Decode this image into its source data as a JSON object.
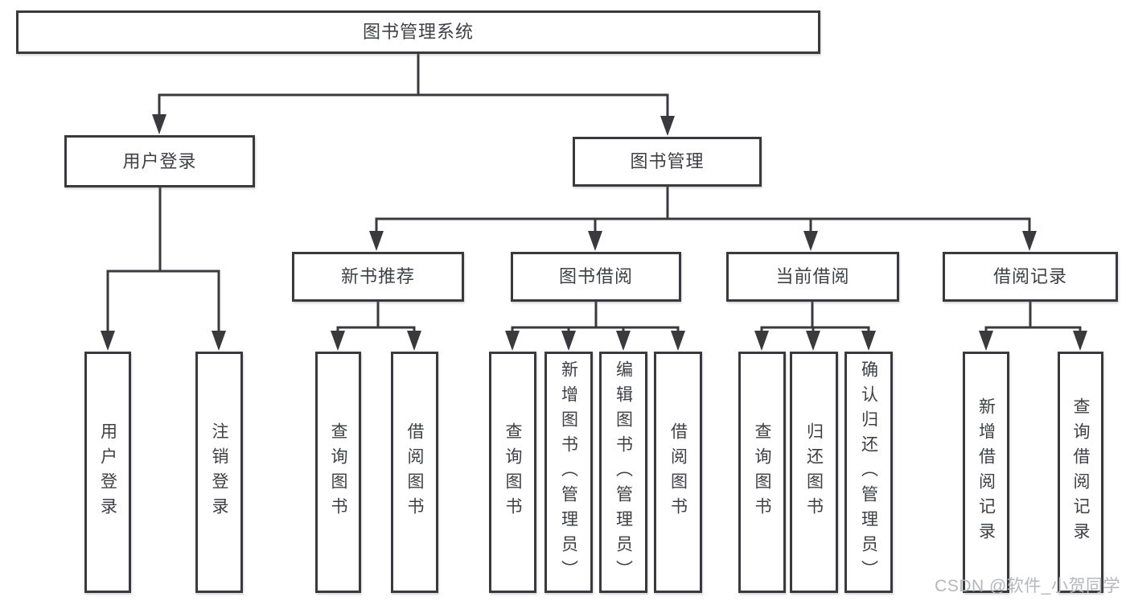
{
  "diagram": {
    "root": {
      "label": "图书管理系统"
    },
    "level2": [
      {
        "label": "用户登录"
      },
      {
        "label": "图书管理"
      }
    ],
    "level3": [
      {
        "label": "新书推荐"
      },
      {
        "label": "图书借阅"
      },
      {
        "label": "当前借阅"
      },
      {
        "label": "借阅记录"
      }
    ],
    "leaf_groups": [
      {
        "parent": "用户登录",
        "items": [
          "用户登录",
          "注销登录"
        ]
      },
      {
        "parent": "新书推荐",
        "items": [
          "查询图书",
          "借阅图书"
        ]
      },
      {
        "parent": "图书借阅",
        "items": [
          "查询图书",
          "新增图书（管理员）",
          "编辑图书（管理员）",
          "借阅图书"
        ]
      },
      {
        "parent": "当前借阅",
        "items": [
          "查询图书",
          "归还图书",
          "确认归还（管理员）"
        ]
      },
      {
        "parent": "借阅记录",
        "items": [
          "新增借阅记录",
          "查询借阅记录"
        ]
      }
    ],
    "watermark": "CSDN @软件_小贺同学",
    "colors": {
      "line": "#3a3a3e",
      "text": "#3f4045",
      "background": "#ffffff",
      "watermark": "#b5b7ba"
    }
  }
}
